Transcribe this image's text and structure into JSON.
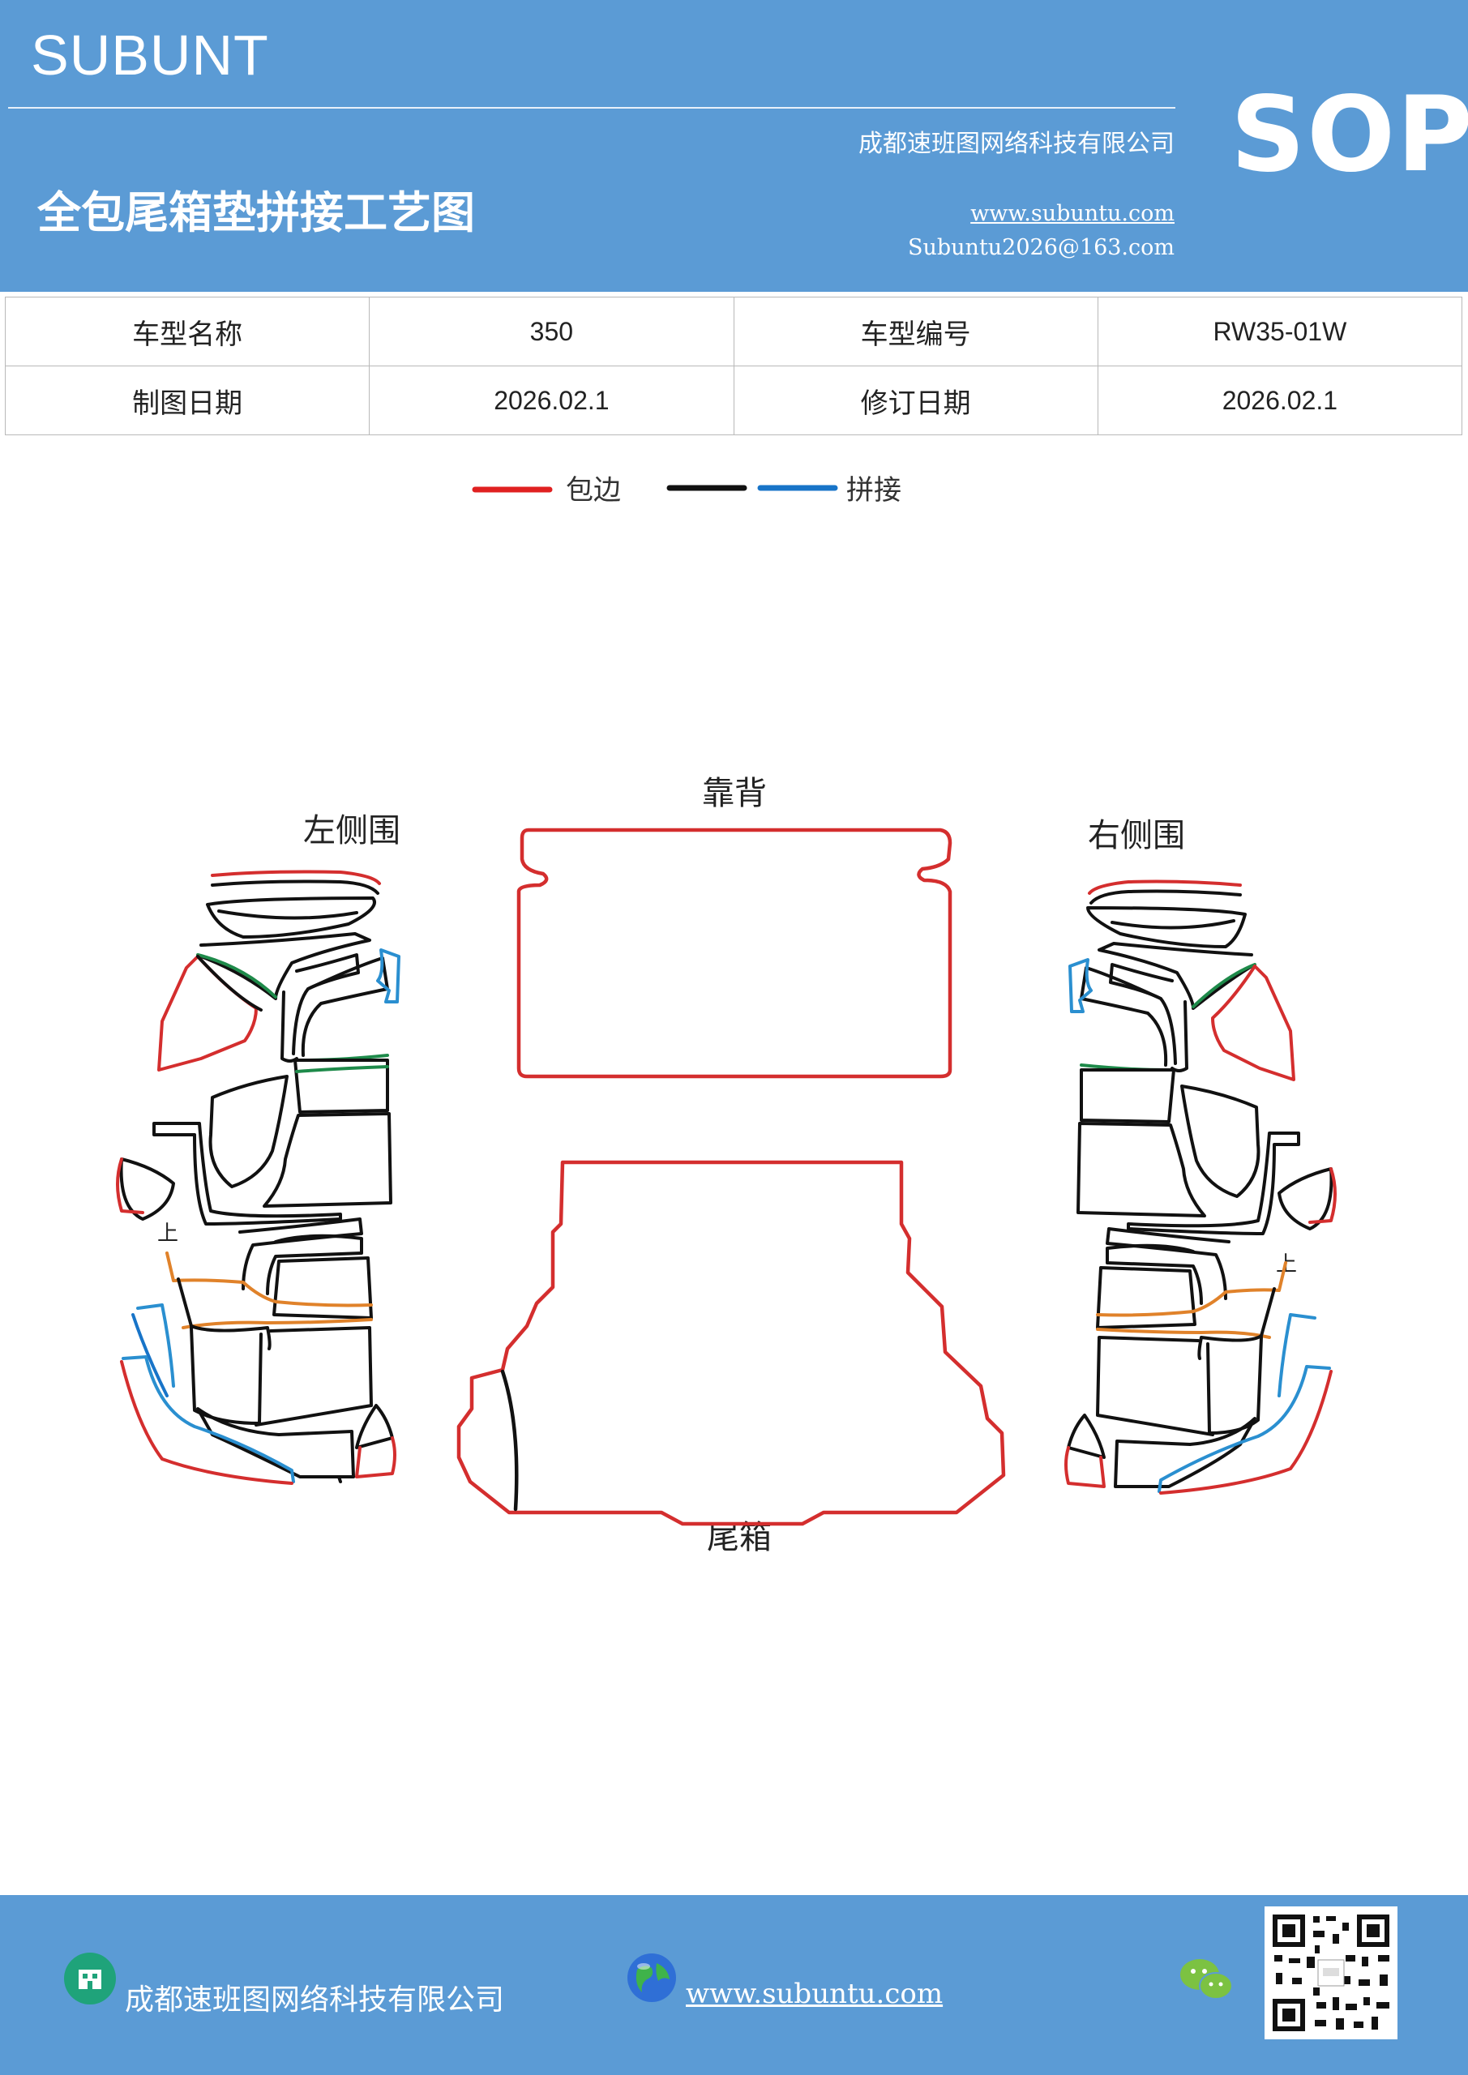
{
  "header": {
    "brand": "SUBUNT",
    "badge": "SOP",
    "company": "成都速班图网络科技有限公司",
    "title": "全包尾箱垫拼接工艺图",
    "website": "www.subuntu.com",
    "email": "Subuntu2026@163.com"
  },
  "info_table": {
    "rows": [
      [
        {
          "label": "车型名称",
          "value": "350"
        },
        {
          "label": "车型编号",
          "value": "RW35-01W"
        }
      ],
      [
        {
          "label": "制图日期",
          "value": "2026.02.1"
        },
        {
          "label": "修订日期",
          "value": "2026.02.1"
        }
      ]
    ]
  },
  "legend": {
    "items": [
      {
        "label": "包边",
        "color": "#e02020"
      },
      {
        "label": "",
        "color": "#111111"
      },
      {
        "label": "拼接",
        "color": "#1874c8"
      }
    ]
  },
  "diagram": {
    "labels": {
      "backrest": "靠背",
      "left_side": "左侧围",
      "right_side": "右侧围",
      "trunk": "尾箱",
      "up_mark": "上"
    },
    "colors": {
      "edge": "#d42e2e",
      "outline": "#111111",
      "seam_blue": "#2a8fd0",
      "seam_green": "#1e8a4a",
      "seam_orange": "#e0822a"
    }
  },
  "footer": {
    "company": "成都速班图网络科技有限公司",
    "website": "www.subuntu.com",
    "icons": [
      "building-icon",
      "globe-icon",
      "wechat-icon",
      "qr-code"
    ]
  }
}
